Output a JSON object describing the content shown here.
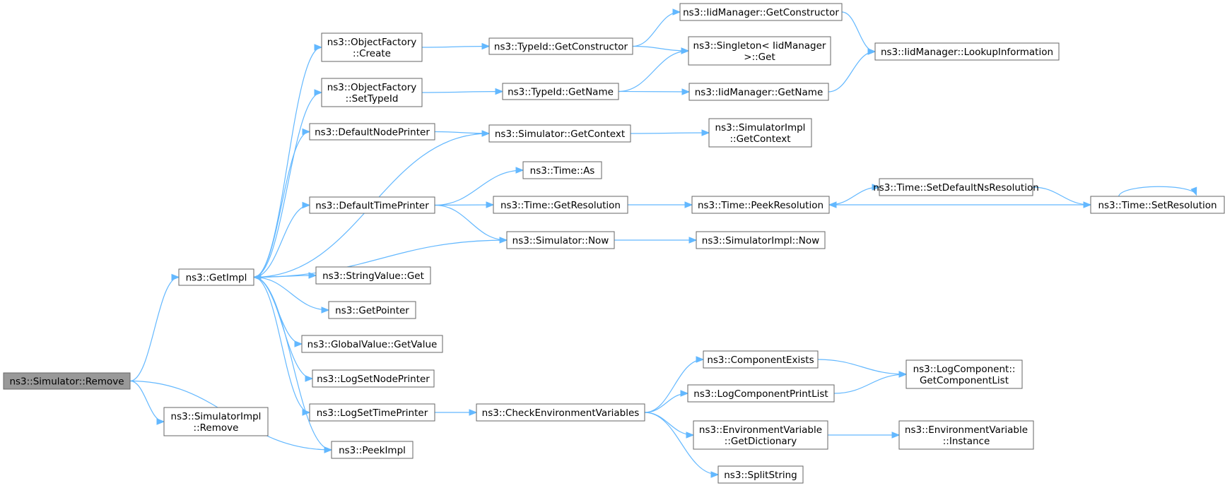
{
  "graph": {
    "nodes": [
      {
        "id": "root",
        "lines": [
          "ns3::Simulator::Remove"
        ],
        "root": true
      },
      {
        "id": "getimpl",
        "lines": [
          "ns3::GetImpl"
        ]
      },
      {
        "id": "simimpl_remove",
        "lines": [
          "ns3::SimulatorImpl",
          "::Remove"
        ]
      },
      {
        "id": "objfactory_create",
        "lines": [
          "ns3::ObjectFactory",
          "::Create"
        ]
      },
      {
        "id": "objfactory_settypeid",
        "lines": [
          "ns3::ObjectFactory",
          "::SetTypeId"
        ]
      },
      {
        "id": "defaultnodeprinter",
        "lines": [
          "ns3::DefaultNodePrinter"
        ]
      },
      {
        "id": "defaulttimeprinter",
        "lines": [
          "ns3::DefaultTimePrinter"
        ]
      },
      {
        "id": "stringvalue_get",
        "lines": [
          "ns3::StringValue::Get"
        ]
      },
      {
        "id": "getpointer",
        "lines": [
          "ns3::GetPointer"
        ]
      },
      {
        "id": "globalvalue_getvalue",
        "lines": [
          "ns3::GlobalValue::GetValue"
        ]
      },
      {
        "id": "logsetnodeprinter",
        "lines": [
          "ns3::LogSetNodePrinter"
        ]
      },
      {
        "id": "logsettimeprinter",
        "lines": [
          "ns3::LogSetTimePrinter"
        ]
      },
      {
        "id": "peekimpl",
        "lines": [
          "ns3::PeekImpl"
        ]
      },
      {
        "id": "typeid_getconstructor",
        "lines": [
          "ns3::TypeId::GetConstructor"
        ]
      },
      {
        "id": "typeid_getname",
        "lines": [
          "ns3::TypeId::GetName"
        ]
      },
      {
        "id": "simulator_getcontext",
        "lines": [
          "ns3::Simulator::GetContext"
        ]
      },
      {
        "id": "time_as",
        "lines": [
          "ns3::Time::As"
        ]
      },
      {
        "id": "time_getresolution",
        "lines": [
          "ns3::Time::GetResolution"
        ]
      },
      {
        "id": "simulator_now",
        "lines": [
          "ns3::Simulator::Now"
        ]
      },
      {
        "id": "checkenv",
        "lines": [
          "ns3::CheckEnvironmentVariables"
        ]
      },
      {
        "id": "iid_getconstructor",
        "lines": [
          "ns3::IidManager::GetConstructor"
        ]
      },
      {
        "id": "singleton_get",
        "lines": [
          "ns3::Singleton< IidManager",
          " >::Get"
        ]
      },
      {
        "id": "iid_getname",
        "lines": [
          "ns3::IidManager::GetName"
        ]
      },
      {
        "id": "simimpl_getcontext",
        "lines": [
          "ns3::SimulatorImpl",
          "::GetContext"
        ]
      },
      {
        "id": "time_peekresolution",
        "lines": [
          "ns3::Time::PeekResolution"
        ]
      },
      {
        "id": "simimpl_now",
        "lines": [
          "ns3::SimulatorImpl::Now"
        ]
      },
      {
        "id": "componentexists",
        "lines": [
          "ns3::ComponentExists"
        ]
      },
      {
        "id": "logcomponentprintlist",
        "lines": [
          "ns3::LogComponentPrintList"
        ]
      },
      {
        "id": "envvar_getdictionary",
        "lines": [
          "ns3::EnvironmentVariable",
          "::GetDictionary"
        ]
      },
      {
        "id": "splitstring",
        "lines": [
          "ns3::SplitString"
        ]
      },
      {
        "id": "iid_lookupinformation",
        "lines": [
          "ns3::IidManager::LookupInformation"
        ]
      },
      {
        "id": "time_setdefaultnsresolution",
        "lines": [
          "ns3::Time::SetDefaultNsResolution"
        ]
      },
      {
        "id": "time_setresolution",
        "lines": [
          "ns3::Time::SetResolution"
        ]
      },
      {
        "id": "logcomponent_getcomponentlist",
        "lines": [
          "ns3::LogComponent::",
          "GetComponentList"
        ]
      },
      {
        "id": "envvar_instance",
        "lines": [
          "ns3::EnvironmentVariable",
          "::Instance"
        ]
      }
    ],
    "edges": [
      [
        "root",
        "getimpl"
      ],
      [
        "root",
        "peekimpl"
      ],
      [
        "root",
        "simimpl_remove"
      ],
      [
        "getimpl",
        "objfactory_create"
      ],
      [
        "getimpl",
        "objfactory_settypeid"
      ],
      [
        "getimpl",
        "defaultnodeprinter"
      ],
      [
        "getimpl",
        "defaulttimeprinter"
      ],
      [
        "getimpl",
        "stringvalue_get"
      ],
      [
        "getimpl",
        "getpointer"
      ],
      [
        "getimpl",
        "globalvalue_getvalue"
      ],
      [
        "getimpl",
        "logsetnodeprinter"
      ],
      [
        "getimpl",
        "logsettimeprinter"
      ],
      [
        "getimpl",
        "peekimpl"
      ],
      [
        "objfactory_create",
        "typeid_getconstructor"
      ],
      [
        "objfactory_settypeid",
        "typeid_getname"
      ],
      [
        "defaultnodeprinter",
        "simulator_getcontext"
      ],
      [
        "defaulttimeprinter",
        "time_as"
      ],
      [
        "defaulttimeprinter",
        "time_getresolution"
      ],
      [
        "defaulttimeprinter",
        "simulator_now"
      ],
      [
        "logsettimeprinter",
        "checkenv"
      ],
      [
        "simulator_getcontext",
        "getimpl"
      ],
      [
        "simulator_getcontext",
        "simimpl_getcontext"
      ],
      [
        "simulator_now",
        "getimpl"
      ],
      [
        "simulator_now",
        "simimpl_now"
      ],
      [
        "typeid_getconstructor",
        "iid_getconstructor"
      ],
      [
        "typeid_getconstructor",
        "singleton_get"
      ],
      [
        "typeid_getname",
        "singleton_get"
      ],
      [
        "typeid_getname",
        "iid_getname"
      ],
      [
        "iid_getconstructor",
        "iid_lookupinformation"
      ],
      [
        "iid_getname",
        "iid_lookupinformation"
      ],
      [
        "time_getresolution",
        "time_peekresolution"
      ],
      [
        "time_peekresolution",
        "time_setdefaultnsresolution"
      ],
      [
        "time_setdefaultnsresolution",
        "time_setresolution"
      ],
      [
        "time_setresolution",
        "time_peekresolution"
      ],
      [
        "time_setresolution",
        "time_setresolution"
      ],
      [
        "checkenv",
        "componentexists"
      ],
      [
        "checkenv",
        "logcomponentprintlist"
      ],
      [
        "checkenv",
        "envvar_getdictionary"
      ],
      [
        "checkenv",
        "splitstring"
      ],
      [
        "componentexists",
        "logcomponent_getcomponentlist"
      ],
      [
        "logcomponentprintlist",
        "logcomponent_getcomponentlist"
      ],
      [
        "envvar_getdictionary",
        "envvar_instance"
      ]
    ]
  },
  "colors": {
    "edge": "#63b8ff",
    "node_border": "#666666",
    "root_fill": "#999999",
    "node_fill": "#ffffff"
  }
}
